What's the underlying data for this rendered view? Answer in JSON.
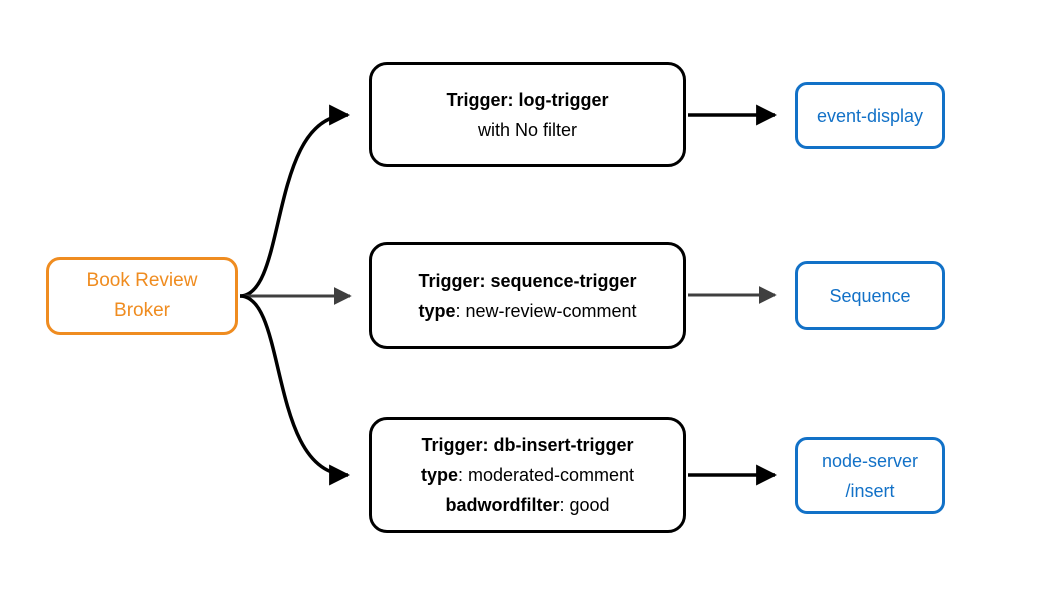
{
  "diagram": {
    "type": "event-trigger-routing-flow",
    "background": "#ffffff",
    "colors": {
      "source_border": "#ef8c20",
      "source_text": "#ef8c20",
      "trigger_border": "#000000",
      "trigger_text": "#000000",
      "sink_border": "#1271c7",
      "sink_text": "#1271c7",
      "edge_black": "#000000",
      "edge_gray": "#3f3f3f"
    }
  },
  "source": {
    "id": "book-review-broker",
    "line1": "Book Review",
    "line2": "Broker"
  },
  "triggers": [
    {
      "id": "log-trigger",
      "line1_bold": "Trigger: log-trigger",
      "line2_plain": "with No filter",
      "line3_bold": "",
      "line3_plain": ""
    },
    {
      "id": "sequence-trigger",
      "line1_bold": "Trigger: sequence-trigger",
      "line2_bold": "type",
      "line2_plain": ": new-review-comment"
    },
    {
      "id": "db-insert-trigger",
      "line1_bold": "Trigger: db-insert-trigger",
      "line2_bold": "type",
      "line2_plain": ": moderated-comment",
      "line3_bold": "badwordfilter",
      "line3_plain": ": good"
    }
  ],
  "sinks": [
    {
      "id": "event-display",
      "line1": "event-display",
      "line2": ""
    },
    {
      "id": "sequence",
      "line1": "Sequence",
      "line2": ""
    },
    {
      "id": "node-server-insert",
      "line1": "node-server",
      "line2": "/insert"
    }
  ],
  "edges": [
    {
      "id": "broker-to-log-trigger",
      "style": "curved",
      "color": "#000000"
    },
    {
      "id": "broker-to-sequence-trigger",
      "style": "straight",
      "color": "#3f3f3f"
    },
    {
      "id": "broker-to-db-insert-trigger",
      "style": "curved",
      "color": "#000000"
    },
    {
      "id": "log-trigger-to-event-display",
      "style": "straight",
      "color": "#000000"
    },
    {
      "id": "sequence-trigger-to-sequence",
      "style": "straight",
      "color": "#3f3f3f"
    },
    {
      "id": "db-insert-trigger-to-node-server",
      "style": "straight",
      "color": "#000000"
    }
  ]
}
